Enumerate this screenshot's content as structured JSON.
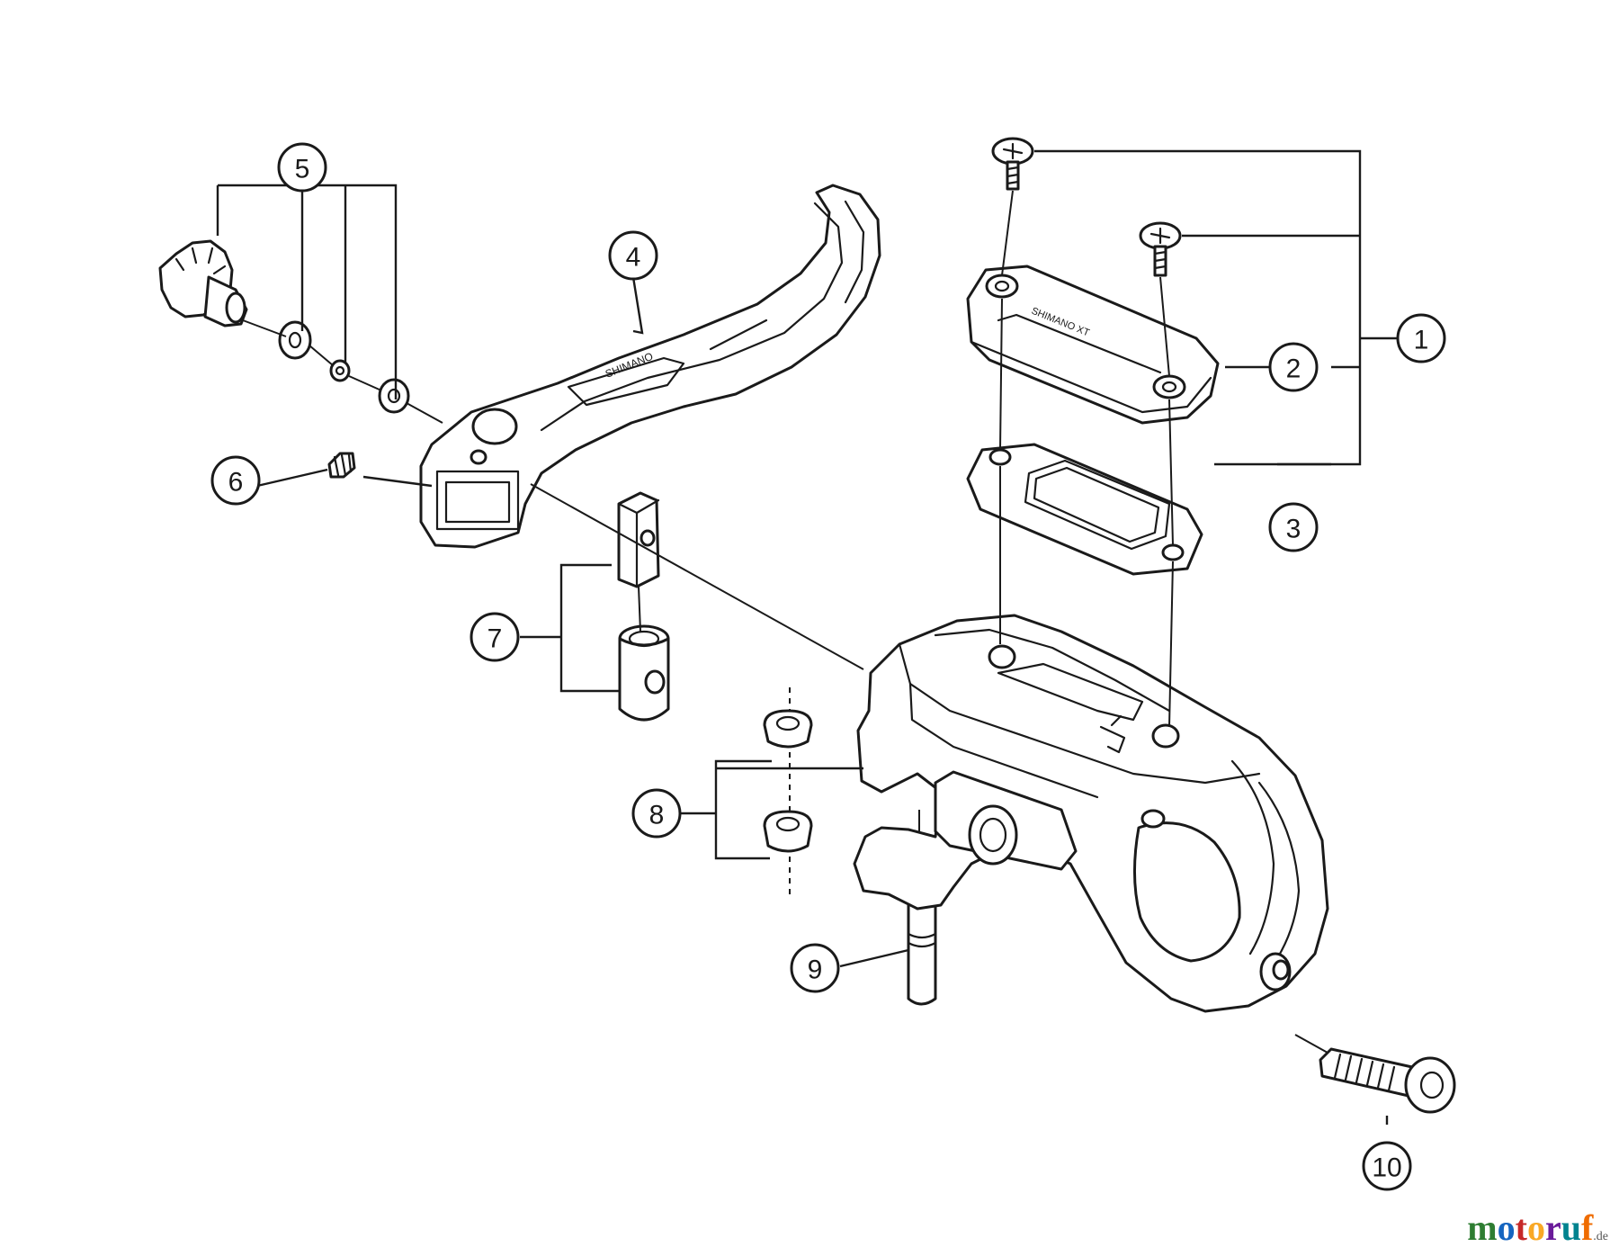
{
  "callouts": [
    "1",
    "2",
    "3",
    "4",
    "5",
    "6",
    "7",
    "8",
    "9",
    "10"
  ],
  "watermark": {
    "letters": [
      "m",
      "o",
      "t",
      "o",
      "r",
      "u",
      "f"
    ],
    "letter_colors": [
      "#2e7d32",
      "#1565c0",
      "#c62828",
      "#f9a825",
      "#6a1b9a",
      "#00838f",
      "#ef6c00"
    ],
    "tld": ".de"
  },
  "colors": {
    "ink": "#1a1a1a",
    "paper": "#ffffff"
  }
}
